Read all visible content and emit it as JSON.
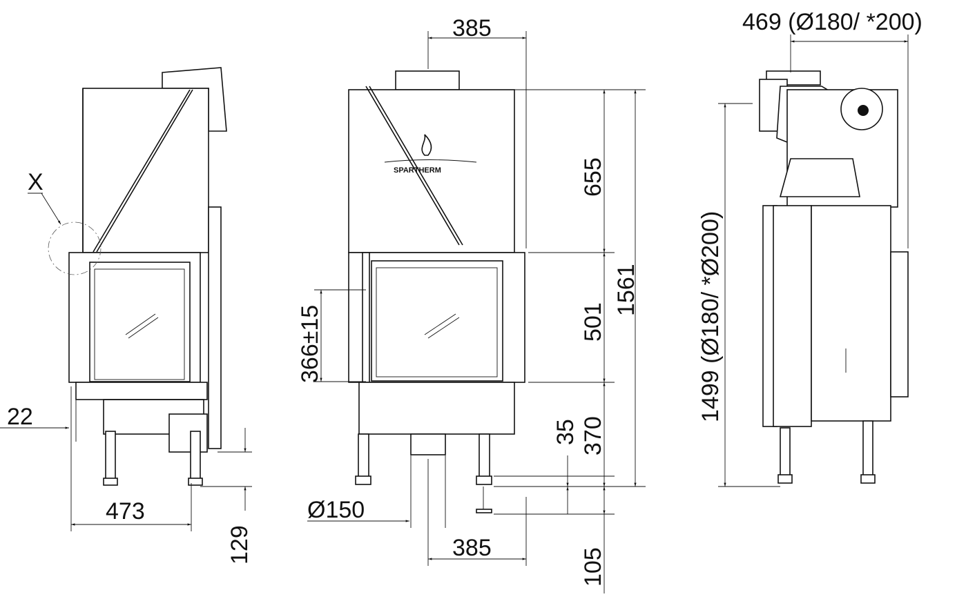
{
  "title": "Fireplace insert dimension drawing",
  "logo_text": "SPARTHERM",
  "detail_label": "X",
  "front_view": {
    "dims": {
      "width_top": "385",
      "width_bottom": "385",
      "flue_diameter": "Ø150",
      "glass_height": "366±15",
      "h_top": "655",
      "h_mid": "501",
      "h_base": "370",
      "h_total": "1561",
      "leg_adjust": "35",
      "below_floor": "105"
    }
  },
  "side_view": {
    "dims": {
      "offset": "22",
      "depth": "473",
      "base_height": "129"
    }
  },
  "rear_view": {
    "dims": {
      "flue_offset": "469 (Ø180/ *200)",
      "flue_height": "1499 (Ø180/ *Ø200)"
    }
  }
}
